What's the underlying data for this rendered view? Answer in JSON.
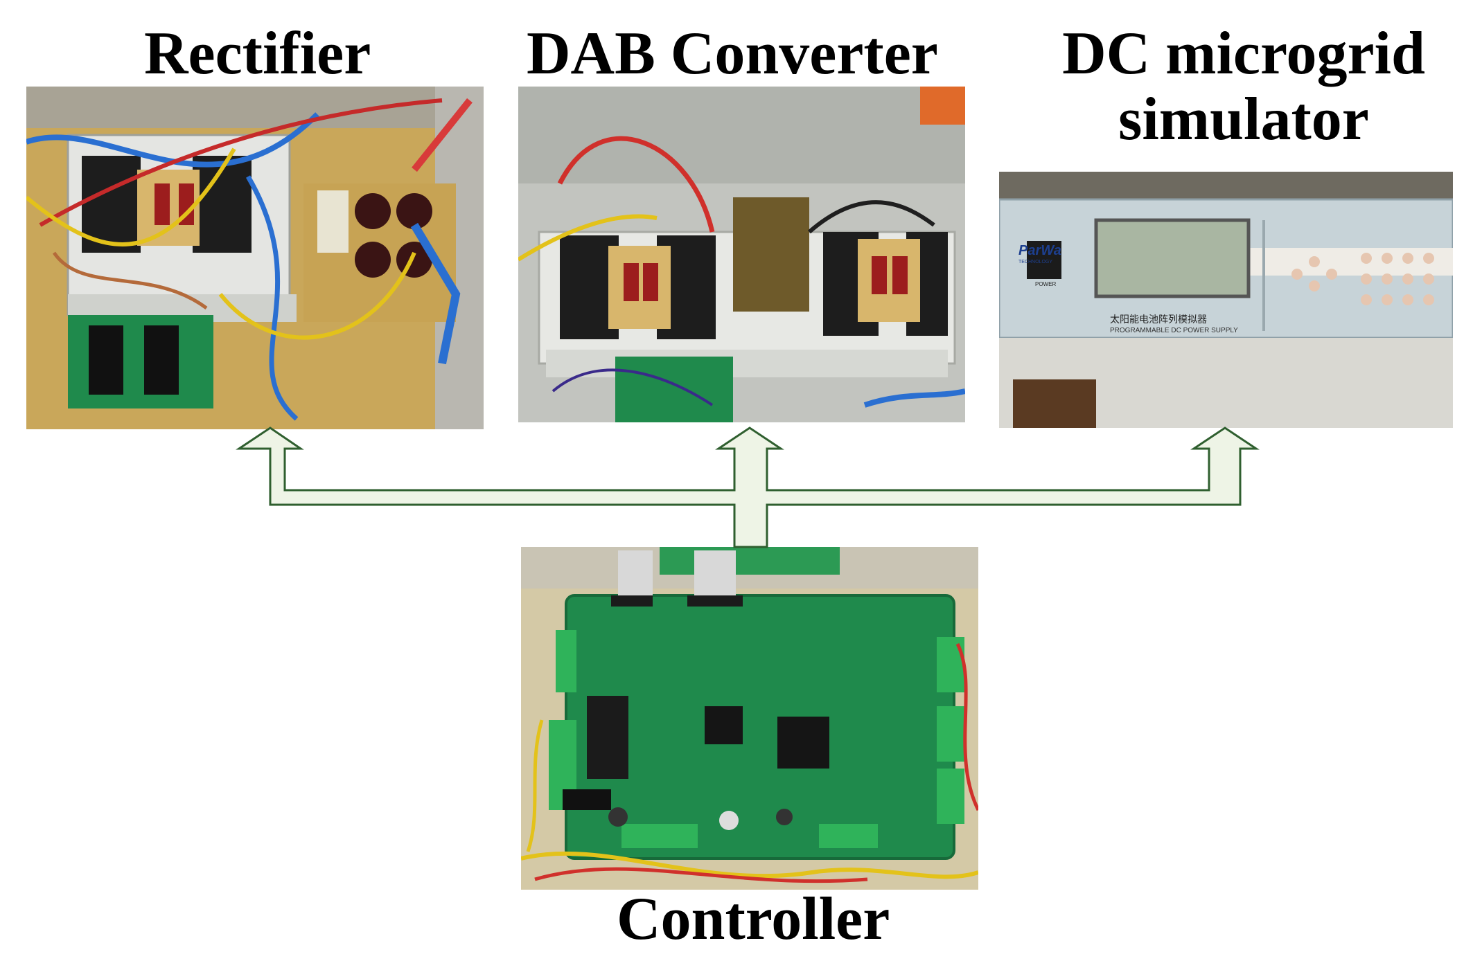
{
  "labels": {
    "rectifier": "Rectifier",
    "dab": "DAB Converter",
    "dc_line1": "DC microgrid",
    "dc_line2": "simulator",
    "controller": "Controller"
  },
  "simulator_panel": {
    "brand": "ParWa",
    "brand_sub": "TECHNOLOGY",
    "power_label": "POWER",
    "cn_title": "太阳能电池阵列模拟器",
    "en_title": "PROGRAMMABLE DC POWER SUPPLY"
  },
  "colors": {
    "arrow_fill": "#eef4e6",
    "arrow_stroke": "#2f5f2f",
    "pcb_green": "#1f8a4c",
    "heatsink": "#d9dbd6"
  }
}
